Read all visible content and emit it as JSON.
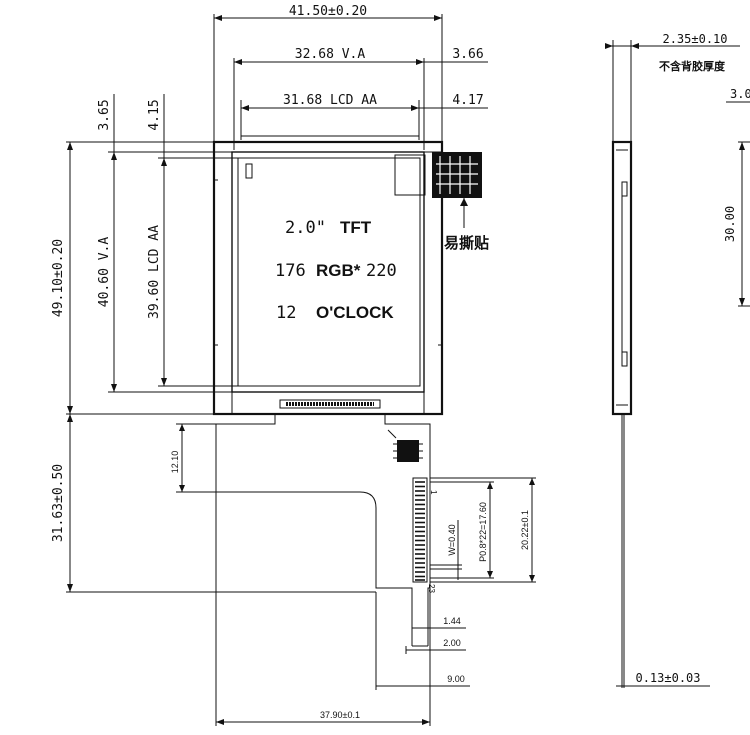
{
  "dimensions": {
    "outline_width": "41.50±0.20",
    "va_width": "32.68 V.A",
    "va_right_margin": "3.66",
    "aa_width": "31.68 LCD AA",
    "aa_right_margin": "4.17",
    "top_margin_va": "3.65",
    "top_margin_aa": "4.15",
    "outline_height": "49.10±0.20",
    "va_height": "40.60 V.A",
    "aa_height": "39.60 LCD AA",
    "fpc_length": "31.63±0.50",
    "fpc_step": "12.10",
    "fpc_width": "37.90±0.1",
    "pitch_note": "P0.8*22=17.60",
    "pin_width": "W=0.40",
    "pins_total": "20.22±0.1",
    "pin_pos_1": "1.44",
    "pin_pos_2": "2.00",
    "pin_pos_3": "9.00",
    "pin_first": "1",
    "pin_last": "23",
    "thickness": "2.35±0.10",
    "thickness_note": "不含背胶厚度",
    "side_partial": "3.0",
    "side_height": "30.00",
    "fpc_thickness": "0.13±0.03"
  },
  "screen_text": {
    "size": "2.0\"",
    "type": "TFT",
    "res_w": "176",
    "res_mid": "RGB*",
    "res_h": "220",
    "clock_num": "12",
    "clock_word": "O'CLOCK"
  },
  "labels": {
    "tear_tab": "易撕贴"
  }
}
